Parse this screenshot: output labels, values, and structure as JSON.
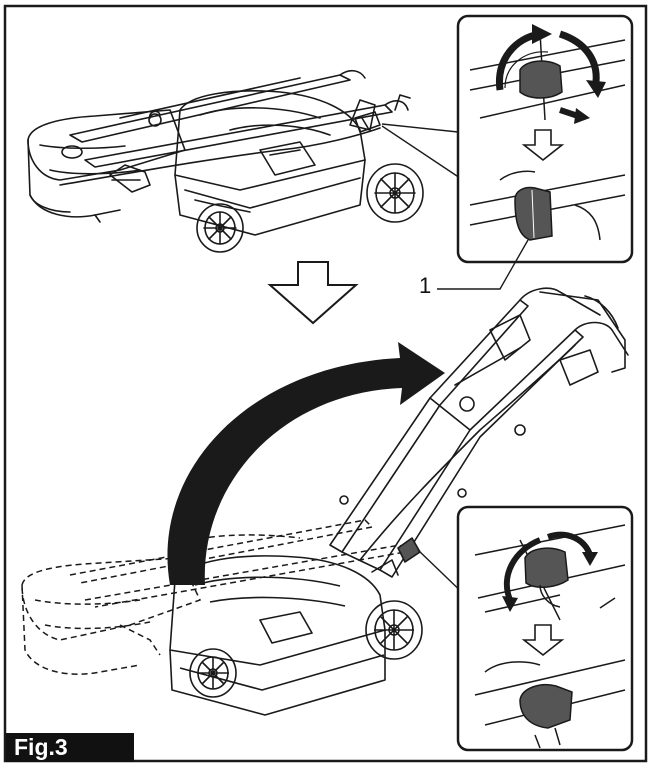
{
  "figure": {
    "label": "Fig.3",
    "callout_number": "1",
    "colors": {
      "line": "#1a1a1a",
      "panel_fill": "#d9d9d9",
      "part_fill": "#555555",
      "background": "#ffffff"
    },
    "icons": {
      "step_arrow": "down-arrow-outline",
      "fold_arrow": "curved-arrow",
      "rotate_arrows": "rotate-arrows"
    }
  }
}
